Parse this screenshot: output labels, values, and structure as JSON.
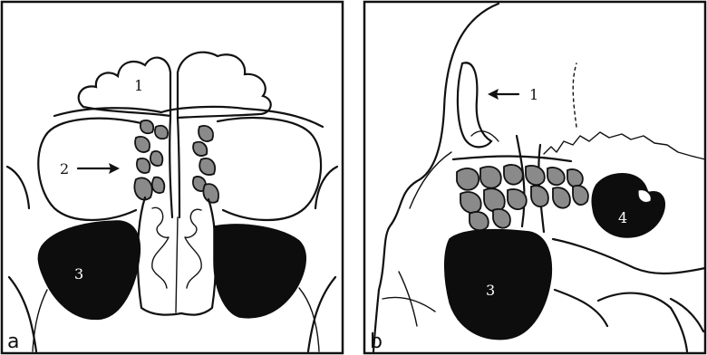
{
  "panels": [
    {
      "letter": "a",
      "labels": {
        "l1": "1",
        "l2": "2",
        "l3": "3"
      }
    },
    {
      "letter": "b",
      "labels": {
        "l1": "1",
        "l3": "3",
        "l4": "4"
      }
    }
  ],
  "colors": {
    "ink": "#111111",
    "sinus_grey": "#8a8a8a",
    "sinus_black": "#0d0d0d"
  }
}
